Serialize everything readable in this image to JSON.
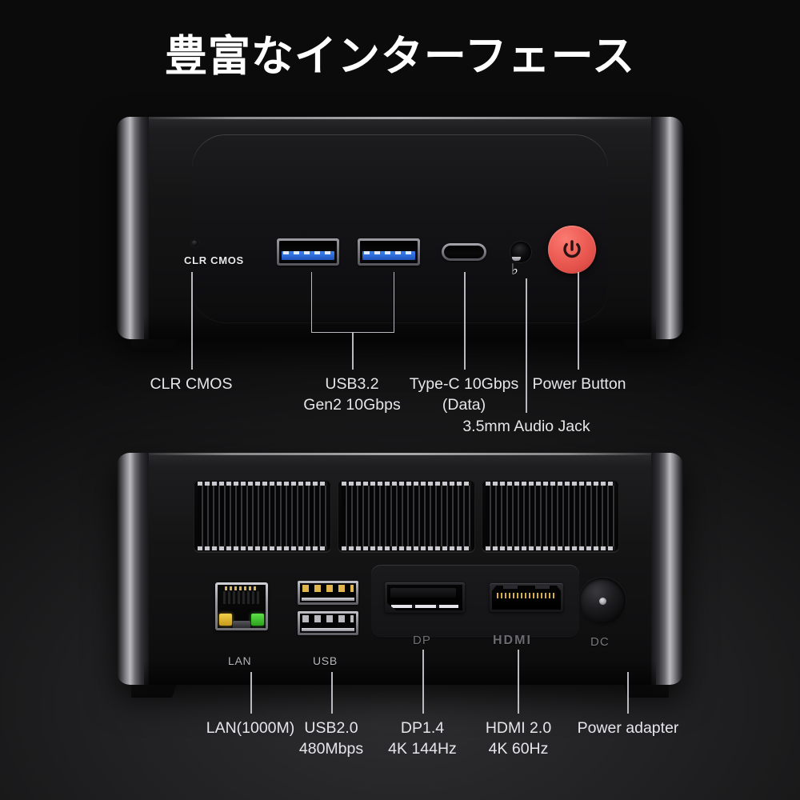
{
  "title": "豊富なインターフェース",
  "front": {
    "silkscreen": {
      "clr_cmos": "CLR  CMOS"
    },
    "icons": {
      "headset": "headset-icon",
      "power": "power-symbol-icon"
    },
    "callouts": [
      {
        "label": "CLR CMOS"
      },
      {
        "label": "USB3.2\nGen2 10Gbps"
      },
      {
        "label": "Type-C 10Gbps\n(Data)"
      },
      {
        "label": "3.5mm Audio Jack"
      },
      {
        "label": "Power Button"
      }
    ]
  },
  "rear": {
    "silkscreen": {
      "lan": "LAN",
      "usb": "USB",
      "dp": "DP",
      "hdmi": "HDMI",
      "dc": "DC"
    },
    "callouts": [
      {
        "label": "LAN(1000M)"
      },
      {
        "label": "USB2.0\n480Mbps"
      },
      {
        "label": "DP1.4\n4K 144Hz"
      },
      {
        "label": "HDMI 2.0\n4K 60Hz"
      },
      {
        "label": "Power adapter"
      }
    ]
  },
  "colors": {
    "background_top": "#050505",
    "background_bottom": "#272729",
    "text": "#e6e6ea",
    "title_text": "#ffffff",
    "power_button": "#ef6159",
    "usb3_blue": "#2f6fdd",
    "lan_led_amber": "#f3d04a",
    "lan_led_green": "#5ee04a",
    "gold_contact": "#d8ae4c",
    "leader_line": "#b9b9bf"
  }
}
